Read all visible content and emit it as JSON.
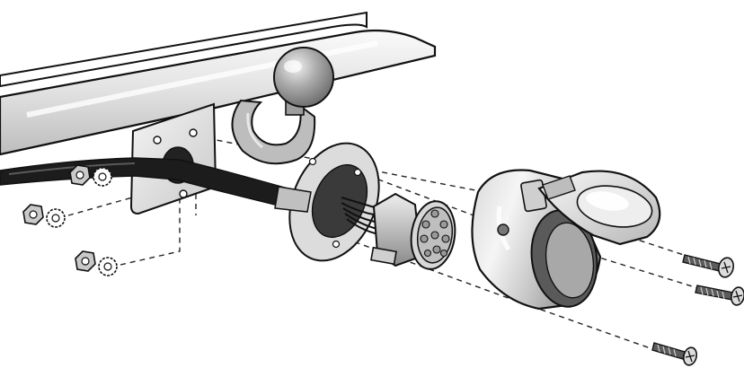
{
  "diagram": {
    "heading": "",
    "colors": {
      "outline": "#111111",
      "metal_light": "#f2f2f2",
      "metal_mid": "#c8c8c8",
      "metal_dark": "#8c8c8c",
      "cable": "#1a1a1a",
      "dash": "#222222"
    },
    "parts": [
      "tow-bar",
      "tow-ball",
      "mounting-plate",
      "cable",
      "socket-gasket",
      "plug-connector",
      "socket-housing",
      "hinged-cover",
      "nut",
      "lock-washer",
      "screw"
    ]
  }
}
